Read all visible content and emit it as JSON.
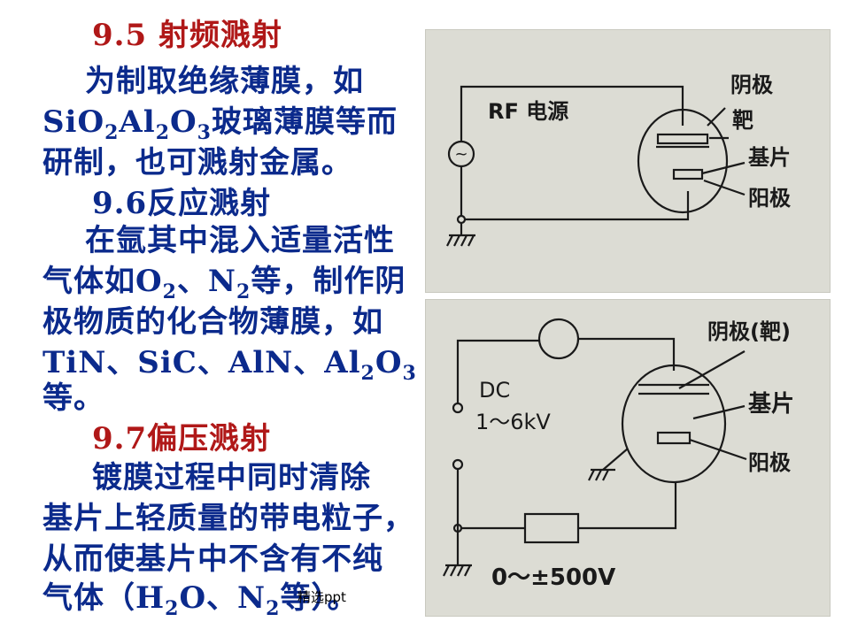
{
  "text": {
    "h95": "9.5 射频溅射",
    "p1_l1": "为制取绝缘薄膜，如",
    "p1_l2": [
      "SiO",
      "2",
      "Al",
      "2",
      "O",
      "3",
      "玻璃薄膜等而"
    ],
    "p1_l3": "研制，也可溅射金属。",
    "h96": "9.6反应溅射",
    "p2_l1": "在氩其中混入适量活性",
    "p2_l2": [
      "气体如O",
      "2",
      "、N",
      "2",
      "等，制作阴"
    ],
    "p2_l3": "极物质的化合物薄膜，如",
    "p2_l4": [
      "TiN、SiC、AlN、Al",
      "2",
      "O",
      "3"
    ],
    "p2_l5": "等。",
    "h97": "9.7偏压溅射",
    "p3_l1": "镀膜过程中同时清除",
    "p3_l2": "基片上轻质量的带电粒子，",
    "p3_l3": "从而使基片中不含有不纯",
    "p3_l4": [
      "气体（H",
      "2",
      "O、N",
      "2",
      "等）。"
    ]
  },
  "footer": "精选ppt",
  "fig1": {
    "source": "RF 电源",
    "source_symbol": "~",
    "cathode": "阴极",
    "target": "靶",
    "substrate": "基片",
    "anode": "阳极"
  },
  "fig2": {
    "dc": "DC",
    "voltage": "1～6kV",
    "cathode_target": "阴极(靶)",
    "substrate": "基片",
    "anode": "阳极",
    "bias": "0～±500V"
  },
  "colors": {
    "body_text": "#0b2a8c",
    "heading": "#b01818",
    "photo_bg": "#dcdcd4"
  }
}
